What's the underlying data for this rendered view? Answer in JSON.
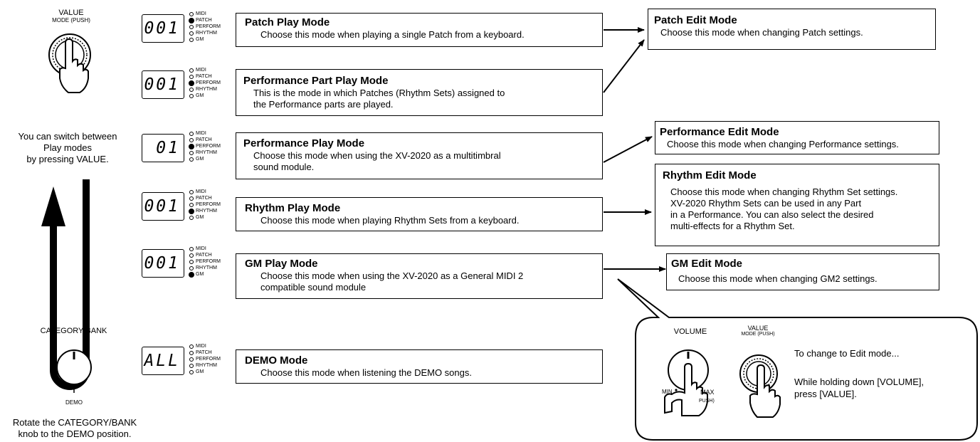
{
  "left_panel": {
    "value_knob_label": "VALUE",
    "value_knob_sublabel": "MODE (PUSH)",
    "switch_text": [
      "You can switch between",
      "Play modes",
      "by pressing VALUE."
    ],
    "category_label": "CATEGORY/BANK",
    "demo_label": "DEMO",
    "rotate_text": [
      "Rotate the CATEGORY/BANK",
      "knob to the DEMO position."
    ]
  },
  "indicator_labels": [
    "MIDI",
    "PATCH",
    "PERFORM",
    "RHYTHM",
    "GM"
  ],
  "play_modes": [
    {
      "display": "001",
      "active": "PATCH",
      "title": "Patch Play Mode",
      "description": [
        "Choose this mode when playing a single Patch from a keyboard."
      ]
    },
    {
      "display": "001",
      "active": "PERFORM",
      "title": "Performance Part Play Mode",
      "description": [
        "This is the mode in which Patches (Rhythm Sets) assigned to",
        "the Performance parts are played."
      ]
    },
    {
      "display": "01",
      "active": "PERFORM",
      "title": "Performance Play Mode",
      "description": [
        "Choose this mode when using the XV-2020 as a multitimbral",
        "sound module."
      ]
    },
    {
      "display": "001",
      "active": "RHYTHM",
      "title": "Rhythm Play Mode",
      "description": [
        "Choose this mode when playing Rhythm Sets from a keyboard."
      ]
    },
    {
      "display": "001",
      "active": "GM",
      "title": "GM Play Mode",
      "description": [
        "Choose this mode when using the XV-2020 as a General MIDI 2",
        "compatible sound module"
      ]
    },
    {
      "display": "ALL",
      "active": "",
      "title": "DEMO Mode",
      "description": [
        "Choose this mode when listening the DEMO songs."
      ]
    }
  ],
  "edit_modes": [
    {
      "title": "Patch Edit Mode",
      "description": [
        "Choose this mode when changing Patch settings."
      ]
    },
    {
      "title": "Performance Edit Mode",
      "description": [
        "Choose this mode when changing Performance settings."
      ]
    },
    {
      "title": "Rhythm Edit Mode",
      "description": [
        "Choose this mode when changing Rhythm Set settings.",
        "XV-2020 Rhythm Sets can be used in any Part",
        "in a Performance. You can also select the desired",
        "multi-effects for a Rhythm Set."
      ]
    },
    {
      "title": "GM Edit Mode",
      "description": [
        "Choose this mode when changing GM2 settings."
      ]
    }
  ],
  "callout": {
    "volume_label": "VOLUME",
    "value_label": "VALUE",
    "value_sublabel": "MODE (PUSH)",
    "min_label": "MIN",
    "max_label": "MAX",
    "push_label": "PUSH)",
    "instruction_1": "To change to Edit mode...",
    "instruction_2": [
      "While holding down [VOLUME],",
      "press [VALUE]."
    ]
  }
}
